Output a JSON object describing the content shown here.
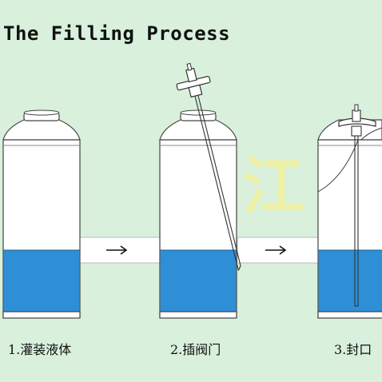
{
  "title": "The Filling Process",
  "watermark": "力江",
  "steps": [
    {
      "label": "1.灌装液体"
    },
    {
      "label": "2.插阀门"
    },
    {
      "label": "3.封口"
    }
  ],
  "colors": {
    "background": "#d8f0dc",
    "liquid": "#2e8ed6",
    "can_body": "#ffffff",
    "outline": "#444444",
    "watermark": "#f2f2a0"
  },
  "icons": [
    "can-icon",
    "arrow-right-icon",
    "valve-icon",
    "dip-tube-icon"
  ]
}
